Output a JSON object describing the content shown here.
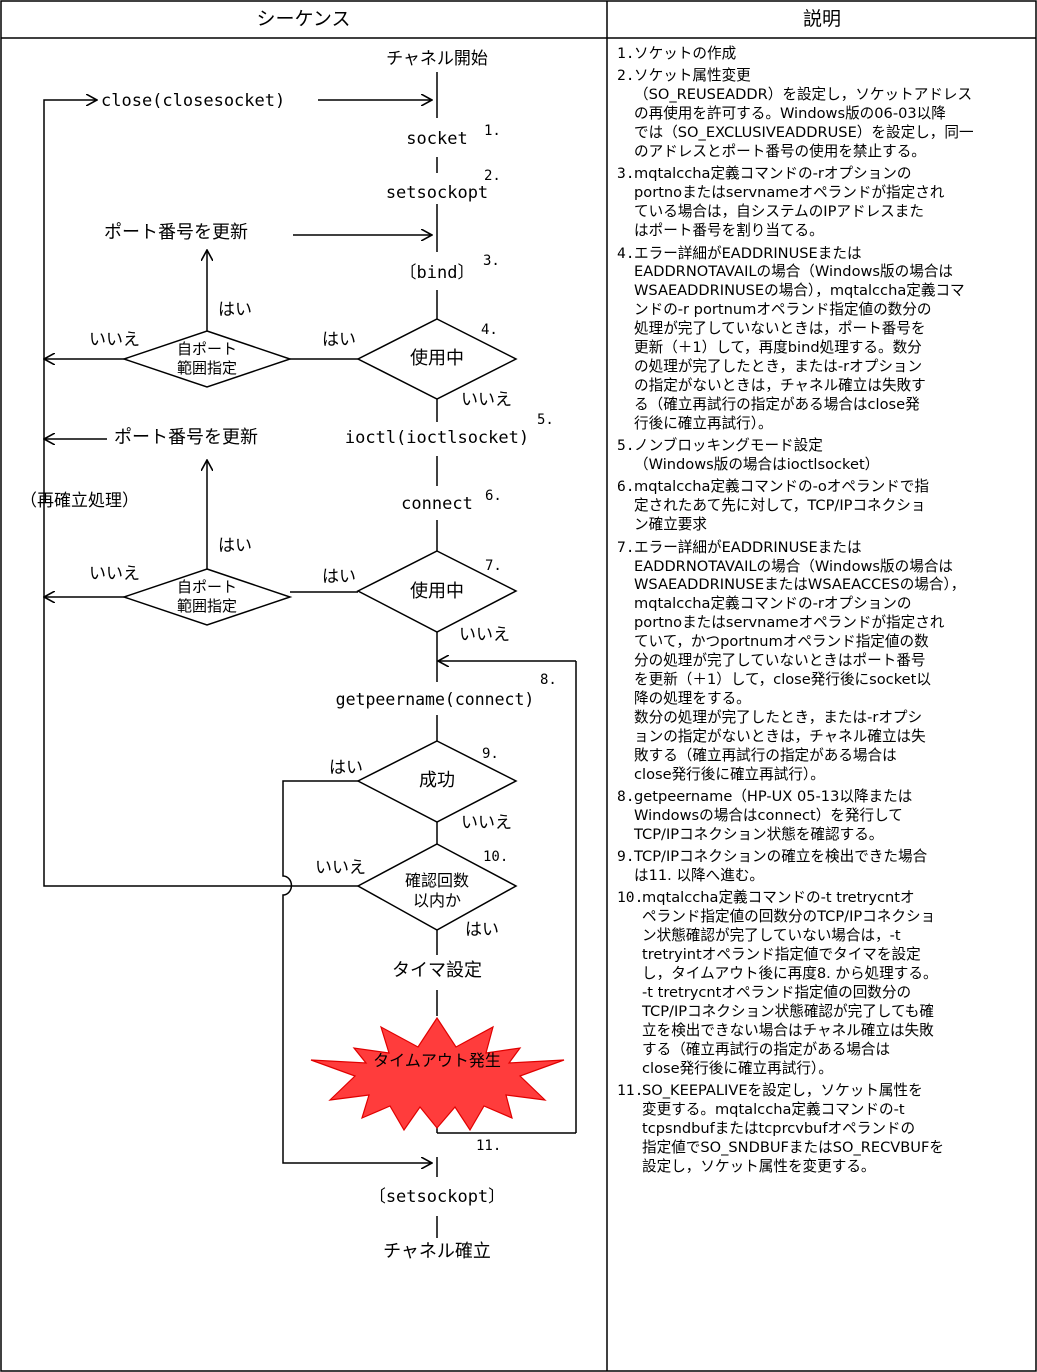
{
  "header": {
    "sequence": "シーケンス",
    "description": "説明"
  },
  "flow": {
    "channel_start": "チャネル開始",
    "close": "close(closesocket)",
    "socket": "socket",
    "setsockopt": "setsockopt",
    "port_update_1": "ポート番号を更新",
    "bind": "〔bind〕",
    "yes_up_1": "はい",
    "no_left_1": "いいえ",
    "self_port_1": "自ポート",
    "range_1": "範囲指定",
    "yes_mid_1": "はい",
    "in_use_1": "使用中",
    "no_below_1": "いいえ",
    "port_update_2": "ポート番号を更新",
    "ioctl": "ioctl(ioctlsocket)",
    "reestablish": "（再確立処理）",
    "connect": "connect",
    "yes_up_2": "はい",
    "no_left_2": "いいえ",
    "self_port_2": "自ポート",
    "range_2": "範囲指定",
    "yes_mid_2": "はい",
    "in_use_2": "使用中",
    "no_below_2": "いいえ",
    "getpeername": "getpeername(connect)",
    "yes_success": "はい",
    "success": "成功",
    "no_success": "いいえ",
    "no_count": "いいえ",
    "count_check_1": "確認回数",
    "count_check_2": "以内か",
    "yes_count": "はい",
    "timer_set": "タイマ設定",
    "timeout": "タイムアウト発生",
    "setsockopt2": "〔setsockopt〕",
    "channel_established": "チャネル確立",
    "step_numbers": [
      "1.",
      "2.",
      "3.",
      "4.",
      "5.",
      "6.",
      "7.",
      "8.",
      "9.",
      "10.",
      "11."
    ]
  },
  "descriptions": [
    {
      "num": "1.",
      "lines": [
        "ソケットの作成"
      ]
    },
    {
      "num": "2.",
      "lines": [
        "ソケット属性変更",
        "（SO_REUSEADDR）を設定し，ソケットアドレス",
        "の再使用を許可する。Windows版の06-03以降",
        "では（SO_EXCLUSIVEADDRUSE）を設定し，同一",
        "のアドレスとポート番号の使用を禁止する。"
      ]
    },
    {
      "num": "3.",
      "lines": [
        "mqtalccha定義コマンドの-rオプションの",
        "portnoまたはservnameオペランドが指定され",
        "ている場合は，自システムのIPアドレスまた",
        "はポート番号を割り当てる。"
      ]
    },
    {
      "num": "4.",
      "lines": [
        "エラー詳細がEADDRINUSEまたは",
        "EADDRNOTAVAILの場合（Windows版の場合は",
        "WSAEADDRINUSEの場合），mqtalccha定義コマ",
        "ンドの-r portnumオペランド指定値の数分の",
        "処理が完了していないときは，ポート番号を",
        "更新（＋1）して，再度bind処理する。数分",
        "の処理が完了したとき，または-rオプション",
        "の指定がないときは，チャネル確立は失敗す",
        "る（確立再試行の指定がある場合はclose発",
        "行後に確立再試行）。"
      ]
    },
    {
      "num": "5.",
      "lines": [
        "ノンブロッキングモード設定",
        "（Windows版の場合はioctlsocket）"
      ]
    },
    {
      "num": "6.",
      "lines": [
        "mqtalccha定義コマンドの-oオペランドで指",
        "定されたあて先に対して，TCP/IPコネクショ",
        "ン確立要求"
      ]
    },
    {
      "num": "7.",
      "lines": [
        "エラー詳細がEADDRINUSEまたは",
        "EADDRNOTAVAILの場合（Windows版の場合は",
        "WSAEADDRINUSEまたはWSAEACCESの場合），",
        "mqtalccha定義コマンドの-rオプションの",
        "portnoまたはservnameオペランドが指定され",
        "ていて，かつportnumオペランド指定値の数",
        "分の処理が完了していないときはポート番号",
        "を更新（＋1）して，close発行後にsocket以",
        "降の処理をする。",
        "数分の処理が完了したとき，または-rオプシ",
        "ョンの指定がないときは，チャネル確立は失",
        "敗する（確立再試行の指定がある場合は",
        "close発行後に確立再試行）。"
      ]
    },
    {
      "num": "8.",
      "lines": [
        "getpeername（HP-UX 05-13以降または",
        "Windowsの場合はconnect）を発行して",
        "TCP/IPコネクション状態を確認する。"
      ]
    },
    {
      "num": "9.",
      "lines": [
        "TCP/IPコネクションの確立を検出できた場合",
        "は11. 以降へ進む。"
      ]
    },
    {
      "num": "10.",
      "lines": [
        "mqtalccha定義コマンドの-t tretrycntオ",
        "ペランド指定値の回数分のTCP/IPコネクショ",
        "ン状態確認が完了していない場合は，-t",
        "tretryintオペランド指定値でタイマを設定",
        "し，タイムアウト後に再度8. から処理する。",
        "-t tretrycntオペランド指定値の回数分の",
        "TCP/IPコネクション状態確認が完了しても確",
        "立を検出できない場合はチャネル確立は失敗",
        "する（確立再試行の指定がある場合は",
        "close発行後に確立再試行）。"
      ]
    },
    {
      "num": "11.",
      "lines": [
        "SO_KEEPALIVEを設定し，ソケット属性を",
        "変更する。mqtalccha定義コマンドの-t",
        "tcpsndbufまたはtcprcvbufオペランドの",
        "指定値でSO_SNDBUFまたはSO_RECVBUFを",
        "設定し，ソケット属性を変更する。"
      ]
    }
  ]
}
